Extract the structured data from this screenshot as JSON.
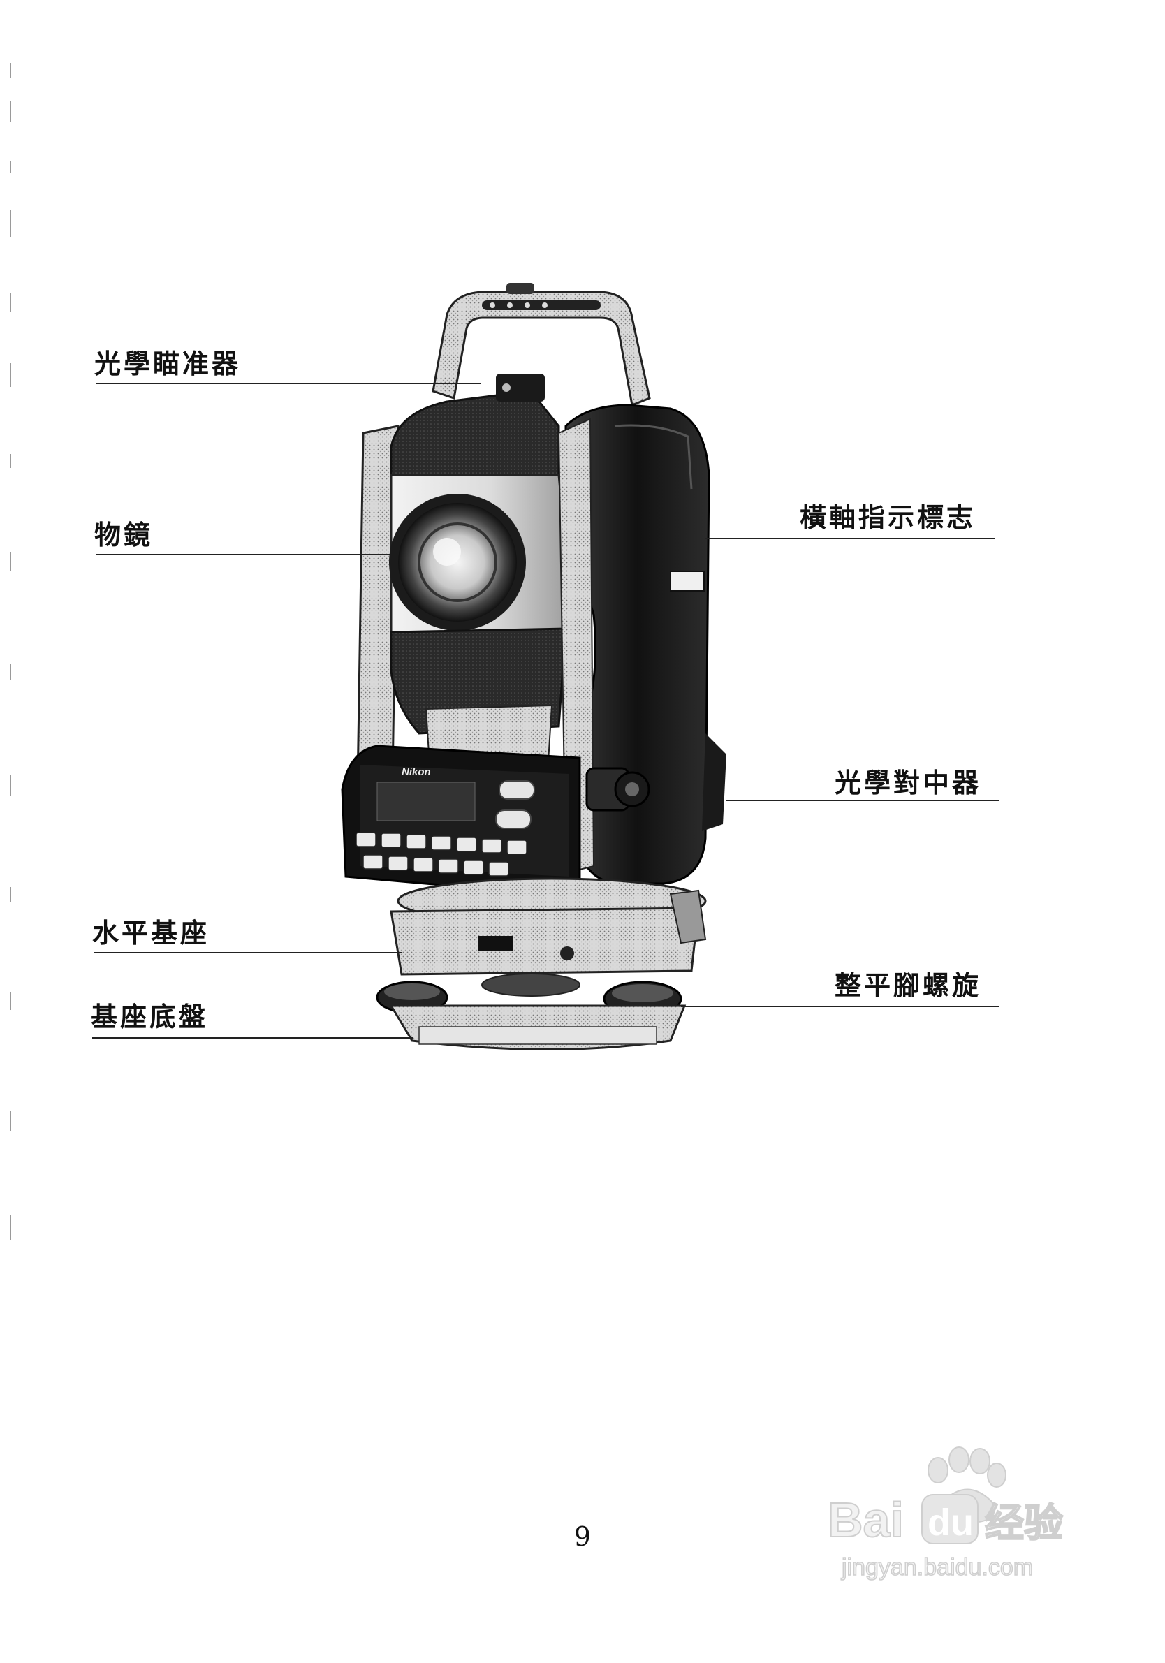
{
  "labels": {
    "optical_sight": "光學瞄准器",
    "objective_lens": "物鏡",
    "trunnion_axis_mark": "橫軸指示標志",
    "optical_plummet": "光學對中器",
    "tribrach": "水平基座",
    "base_plate": "基座底盤",
    "leveling_screw": "整平腳螺旋"
  },
  "illustration": {
    "brand_on_panel": "Nikon"
  },
  "page_number": "9",
  "watermark": {
    "brand": "Baidu经验",
    "url": "jingyan.baidu.com"
  }
}
